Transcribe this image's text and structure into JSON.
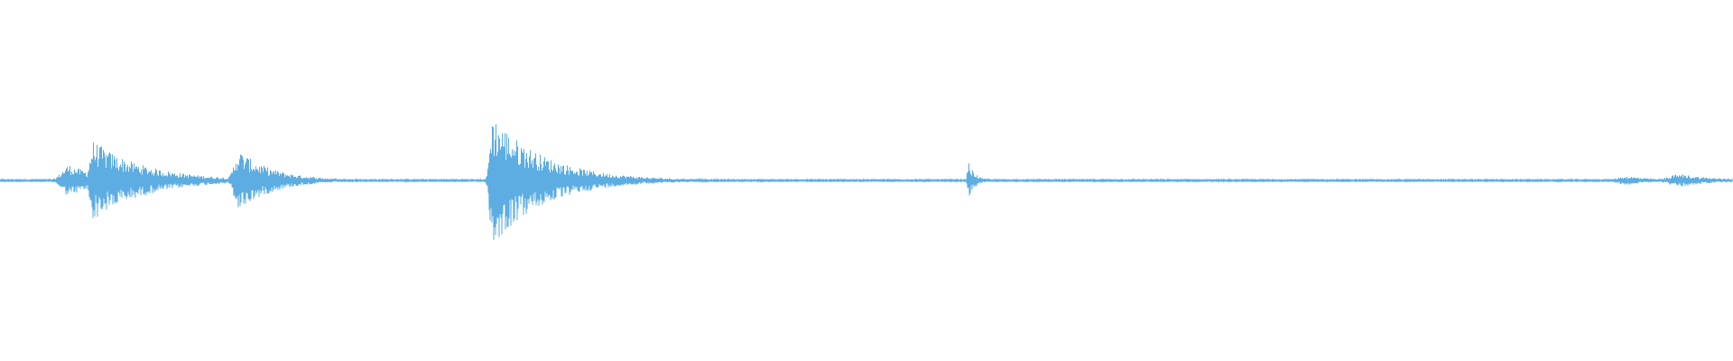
{
  "waveform": {
    "color": "#5dade2",
    "baseline_amplitude": 0.012,
    "events": [
      {
        "center": 0.04,
        "peak": 0.22,
        "decay": 0.02,
        "attack": 0.006
      },
      {
        "center": 0.054,
        "peak": 0.55,
        "decay": 0.03,
        "attack": 0.003
      },
      {
        "center": 0.138,
        "peak": 0.42,
        "decay": 0.02,
        "attack": 0.004
      },
      {
        "center": 0.284,
        "peak": 0.92,
        "decay": 0.03,
        "attack": 0.002
      },
      {
        "center": 0.559,
        "peak": 0.25,
        "decay": 0.004,
        "attack": 0.001
      },
      {
        "center": 0.94,
        "peak": 0.06,
        "decay": 0.015,
        "attack": 0.01
      },
      {
        "center": 0.97,
        "peak": 0.09,
        "decay": 0.02,
        "attack": 0.01
      }
    ]
  }
}
